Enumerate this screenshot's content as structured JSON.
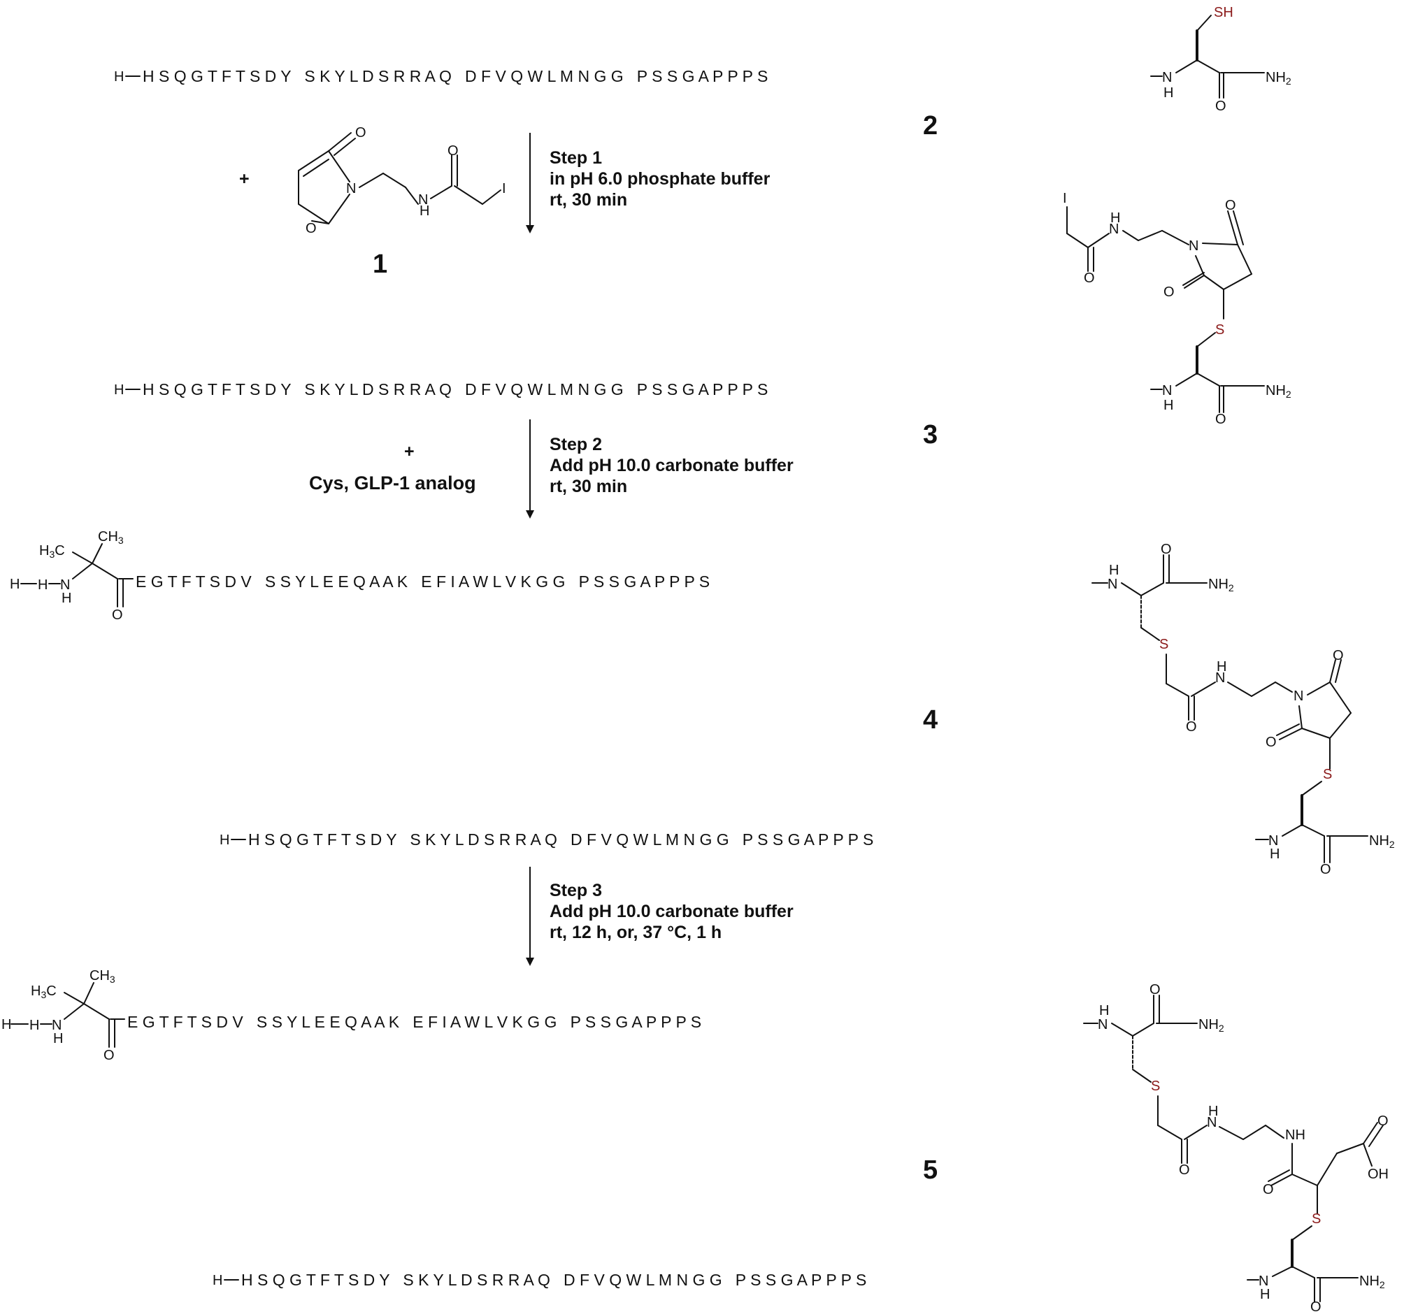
{
  "sequence_gcg": "H S Q G T F T S D Y   S K Y L D S R R A Q   D F V Q W L M N G G   P S S G A P P P S",
  "sequence_glp1": "E G T F T S D V   S S Y L E E Q A A K   E F I A W L V K G G   P S S G A P P P S",
  "atoms": {
    "H": "H",
    "N": "N",
    "O": "O",
    "S": "S",
    "I": "I",
    "SH": "SH",
    "NH": "NH",
    "NH2": "NH",
    "two": "2",
    "three": "3",
    "HC3": "H",
    "C": "C",
    "OH": "OH",
    "CH3_a": "CH",
    "CH3_b": "H",
    "plus": "+"
  },
  "compounds": [
    "1",
    "2",
    "3",
    "4",
    "5"
  ],
  "steps": [
    {
      "title": "Step 1",
      "line1": "in pH 6.0 phosphate buffer",
      "line2": "rt, 30 min"
    },
    {
      "title": "Step 2",
      "line1": "Add pH 10.0 carbonate buffer",
      "line2": "rt, 30 min"
    },
    {
      "title": "Step 3",
      "line1": "Add pH 10.0 carbonate buffer",
      "line2": "rt, 12 h, or, 37 °C, 1 h"
    }
  ],
  "reagent_step2": "Cys, GLP-1 analog",
  "colors": {
    "sulfur": "#8b1a1a",
    "ink": "#111111"
  }
}
